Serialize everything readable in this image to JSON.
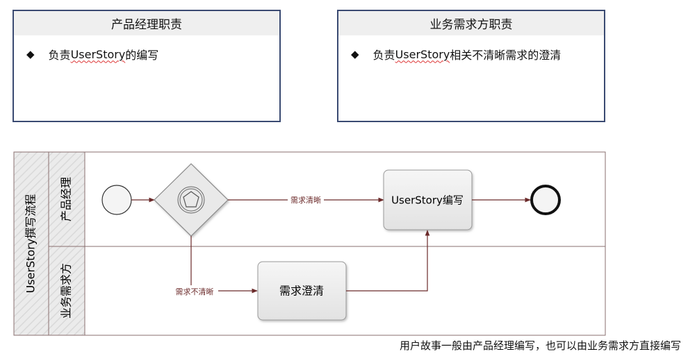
{
  "left_card": {
    "title": "产品经理职责",
    "bullet_prefix": "负责",
    "bullet_highlight": "UserStory",
    "bullet_suffix": "的编写"
  },
  "right_card": {
    "title": "业务需求方职责",
    "bullet_prefix": "负责",
    "bullet_highlight": "UserStory",
    "bullet_suffix": "相关不清晰需求的澄清"
  },
  "bullet_icon": "◆",
  "pool": {
    "title": "UserStory撰写流程",
    "lanes": [
      "产品经理",
      "业务需求方"
    ]
  },
  "tasks": {
    "write": "UserStory编写",
    "clarify": "需求澄清"
  },
  "flows": {
    "clear": "需求清晰",
    "unclear": "需求不清晰"
  },
  "footnote": "用户故事一般由产品经理编写，也可以由业务需求方直接编写"
}
